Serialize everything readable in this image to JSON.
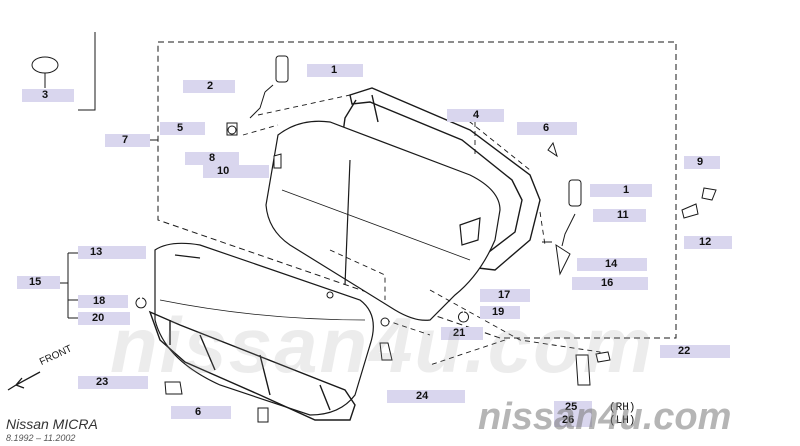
{
  "model_title": "Nissan MICRA",
  "production_range": "8.1992 – 11.2002",
  "watermark": "nissan4u.com",
  "watermark_faint": "nissan4u.com",
  "front_label": "FRONT",
  "side_rh": "(RH)",
  "side_lh": "(LH)",
  "callouts": [
    "1",
    "2",
    "3",
    "4",
    "5",
    "6",
    "7",
    "8",
    "10",
    "9",
    "1",
    "11",
    "12",
    "13",
    "14",
    "15",
    "16",
    "17",
    "18",
    "19",
    "20",
    "21",
    "22",
    "23",
    "24",
    "25",
    "26",
    "6"
  ]
}
